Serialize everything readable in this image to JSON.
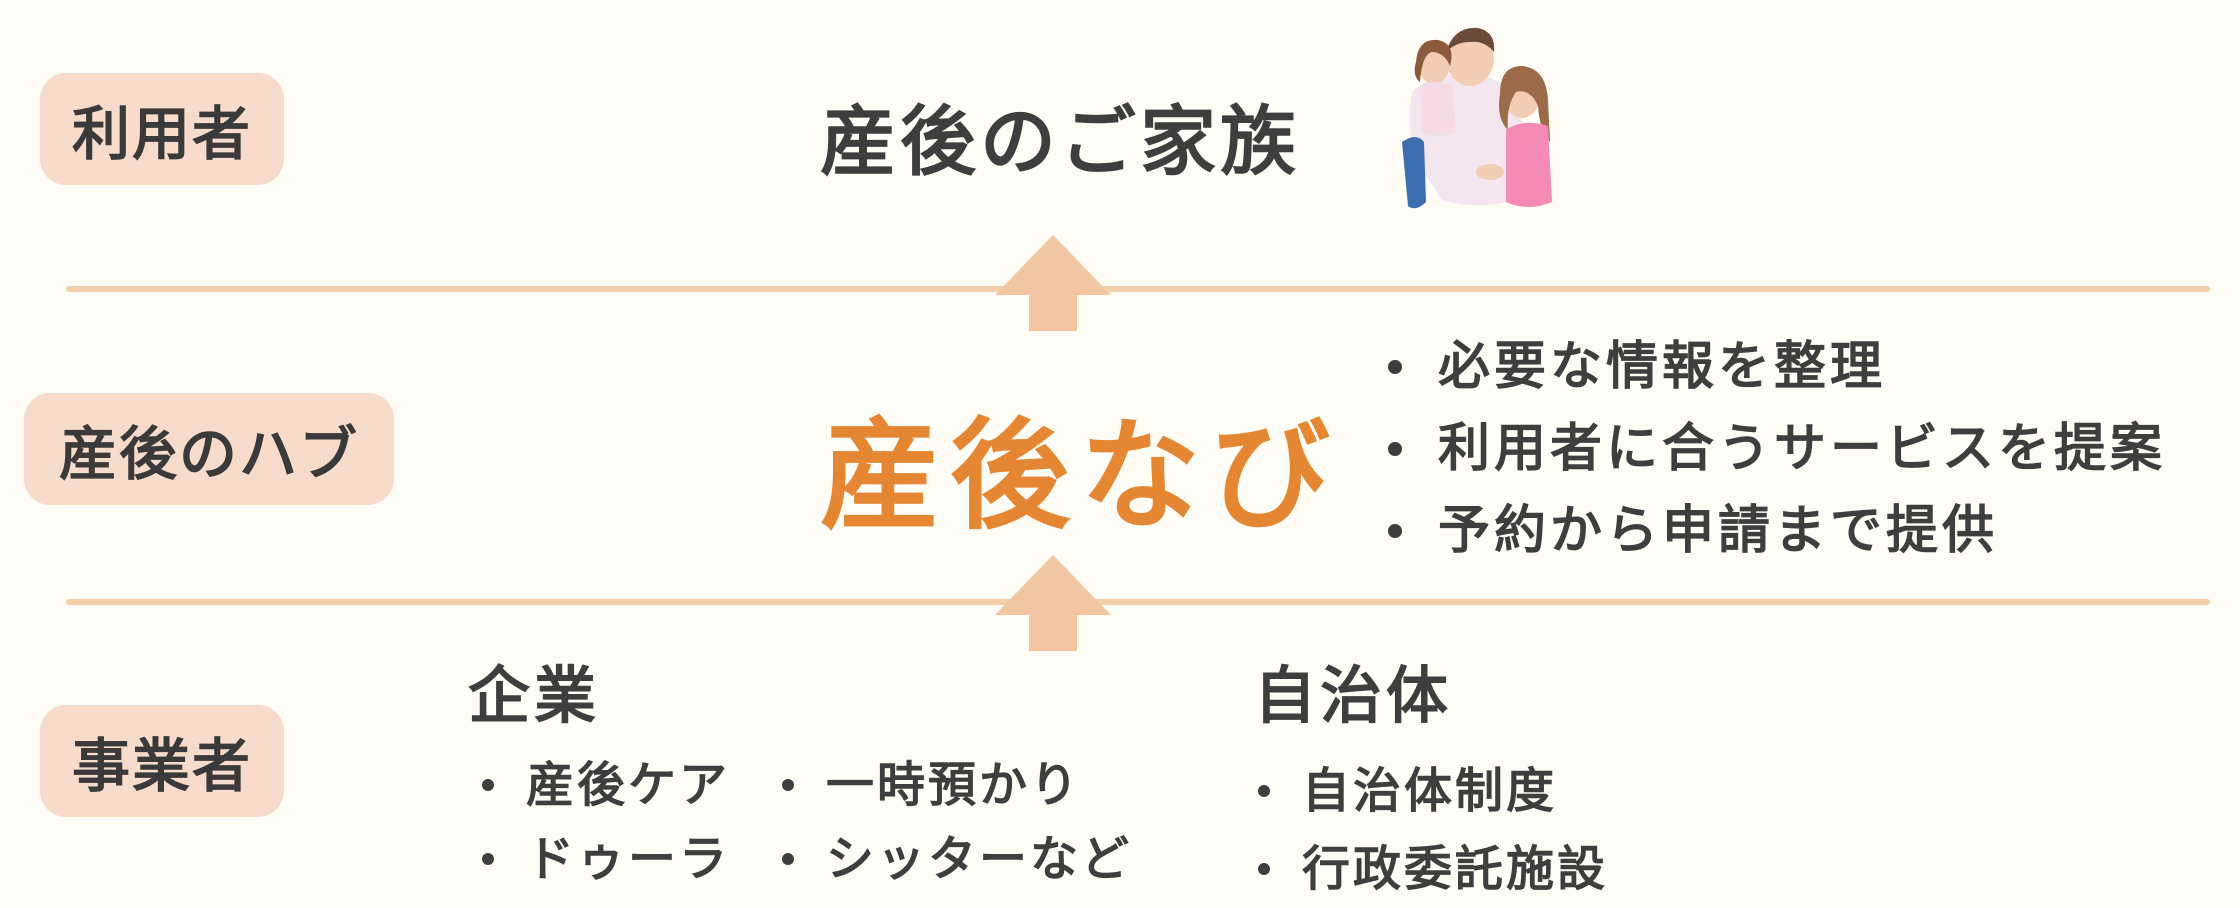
{
  "rows": {
    "user": {
      "label": "利用者"
    },
    "hub": {
      "label": "産後のハブ"
    },
    "business": {
      "label": "事業者"
    }
  },
  "top": {
    "title": "産後のご家族",
    "illustration": "family-hug-illustration"
  },
  "hub": {
    "name": "産後なび",
    "features": [
      "必要な情報を整理",
      "利用者に合うサービスを提案",
      "予約から申請まで提供"
    ]
  },
  "providers": {
    "company": {
      "title": "企業",
      "items_col1": [
        "産後ケア",
        "ドゥーラ"
      ],
      "items_col2": [
        "一時預かり",
        "シッターなど"
      ]
    },
    "government": {
      "title": "自治体",
      "items": [
        "自治体制度",
        "行政委託施設"
      ]
    }
  },
  "colors": {
    "background": "#fdfcf5",
    "tag": "#f8dccb",
    "accent": "#e58632",
    "line": "#f2cfa8",
    "arrow": "#f2c6a0",
    "text": "#3e3e3e"
  }
}
